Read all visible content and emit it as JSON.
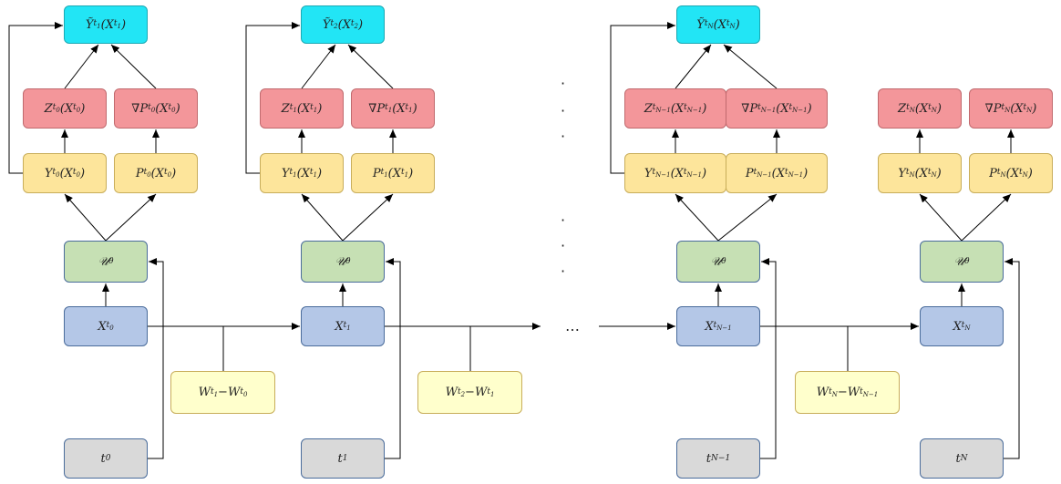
{
  "stages": [
    {
      "y_tilde": "Ỹ",
      "z": "Z",
      "grad_p": "∇P",
      "y": "Y",
      "p": "P",
      "u": "𝒰",
      "u_sub": "θ",
      "x": "X",
      "w": "W",
      "t": "t",
      "t_sub": "0",
      "t_next_sub": "1",
      "x_sub": "0"
    }
  ],
  "labels": {
    "ytilde_1": [
      "Ỹ",
      "t",
      "1",
      "X",
      "t",
      "1"
    ],
    "ytilde_2": [
      "Ỹ",
      "t",
      "2",
      "X",
      "t",
      "2"
    ],
    "ytilde_N": [
      "Ỹ",
      "t",
      "N",
      "X",
      "t",
      "N"
    ],
    "z0": [
      "Z",
      "t",
      "0",
      "X",
      "t",
      "0"
    ],
    "gp0": [
      "∇P",
      "t",
      "0",
      "X",
      "t",
      "0"
    ],
    "y0": [
      "Y",
      "t",
      "0",
      "X",
      "t",
      "0"
    ],
    "p0": [
      "P",
      "t",
      "0",
      "X",
      "t",
      "0"
    ],
    "z1": [
      "Z",
      "t",
      "1",
      "X",
      "t",
      "1"
    ],
    "gp1": [
      "∇P",
      "t",
      "1",
      "X",
      "t",
      "1"
    ],
    "y1": [
      "Y",
      "t",
      "1",
      "X",
      "t",
      "1"
    ],
    "p1": [
      "P",
      "t",
      "1",
      "X",
      "t",
      "1"
    ],
    "zN1": [
      "Z",
      "t",
      "N−1",
      "X",
      "t",
      "N−1"
    ],
    "gpN1": [
      "∇P",
      "t",
      "N−1",
      "X",
      "t",
      "N−1"
    ],
    "yN1": [
      "Y",
      "t",
      "N−1",
      "X",
      "t",
      "N−1"
    ],
    "pN1": [
      "P",
      "t",
      "N−1",
      "X",
      "t",
      "N−1"
    ],
    "zN": [
      "Z",
      "t",
      "N",
      "X",
      "t",
      "N"
    ],
    "gpN": [
      "∇P",
      "t",
      "N",
      "X",
      "t",
      "N"
    ],
    "yN": [
      "Y",
      "t",
      "N",
      "X",
      "t",
      "N"
    ],
    "pN": [
      "P",
      "t",
      "N",
      "X",
      "t",
      "N"
    ],
    "u": [
      "𝒰",
      "θ"
    ],
    "x0": [
      "X",
      "t",
      "0"
    ],
    "x1": [
      "X",
      "t",
      "1"
    ],
    "xN1": [
      "X",
      "t",
      "N−1"
    ],
    "xN": [
      "X",
      "t",
      "N"
    ],
    "w1": [
      "W",
      "t",
      "1",
      "W",
      "t",
      "0"
    ],
    "w2": [
      "W",
      "t",
      "2",
      "W",
      "t",
      "1"
    ],
    "wN": [
      "W",
      "t",
      "N",
      "W",
      "t",
      "N−1"
    ],
    "t0": [
      "t",
      "0"
    ],
    "t1": [
      "t",
      "1"
    ],
    "tN1": [
      "t",
      "N−1"
    ],
    "tN": [
      "t",
      "N"
    ],
    "minus": "−",
    "ellipsis": "…",
    "vdot": "·"
  }
}
